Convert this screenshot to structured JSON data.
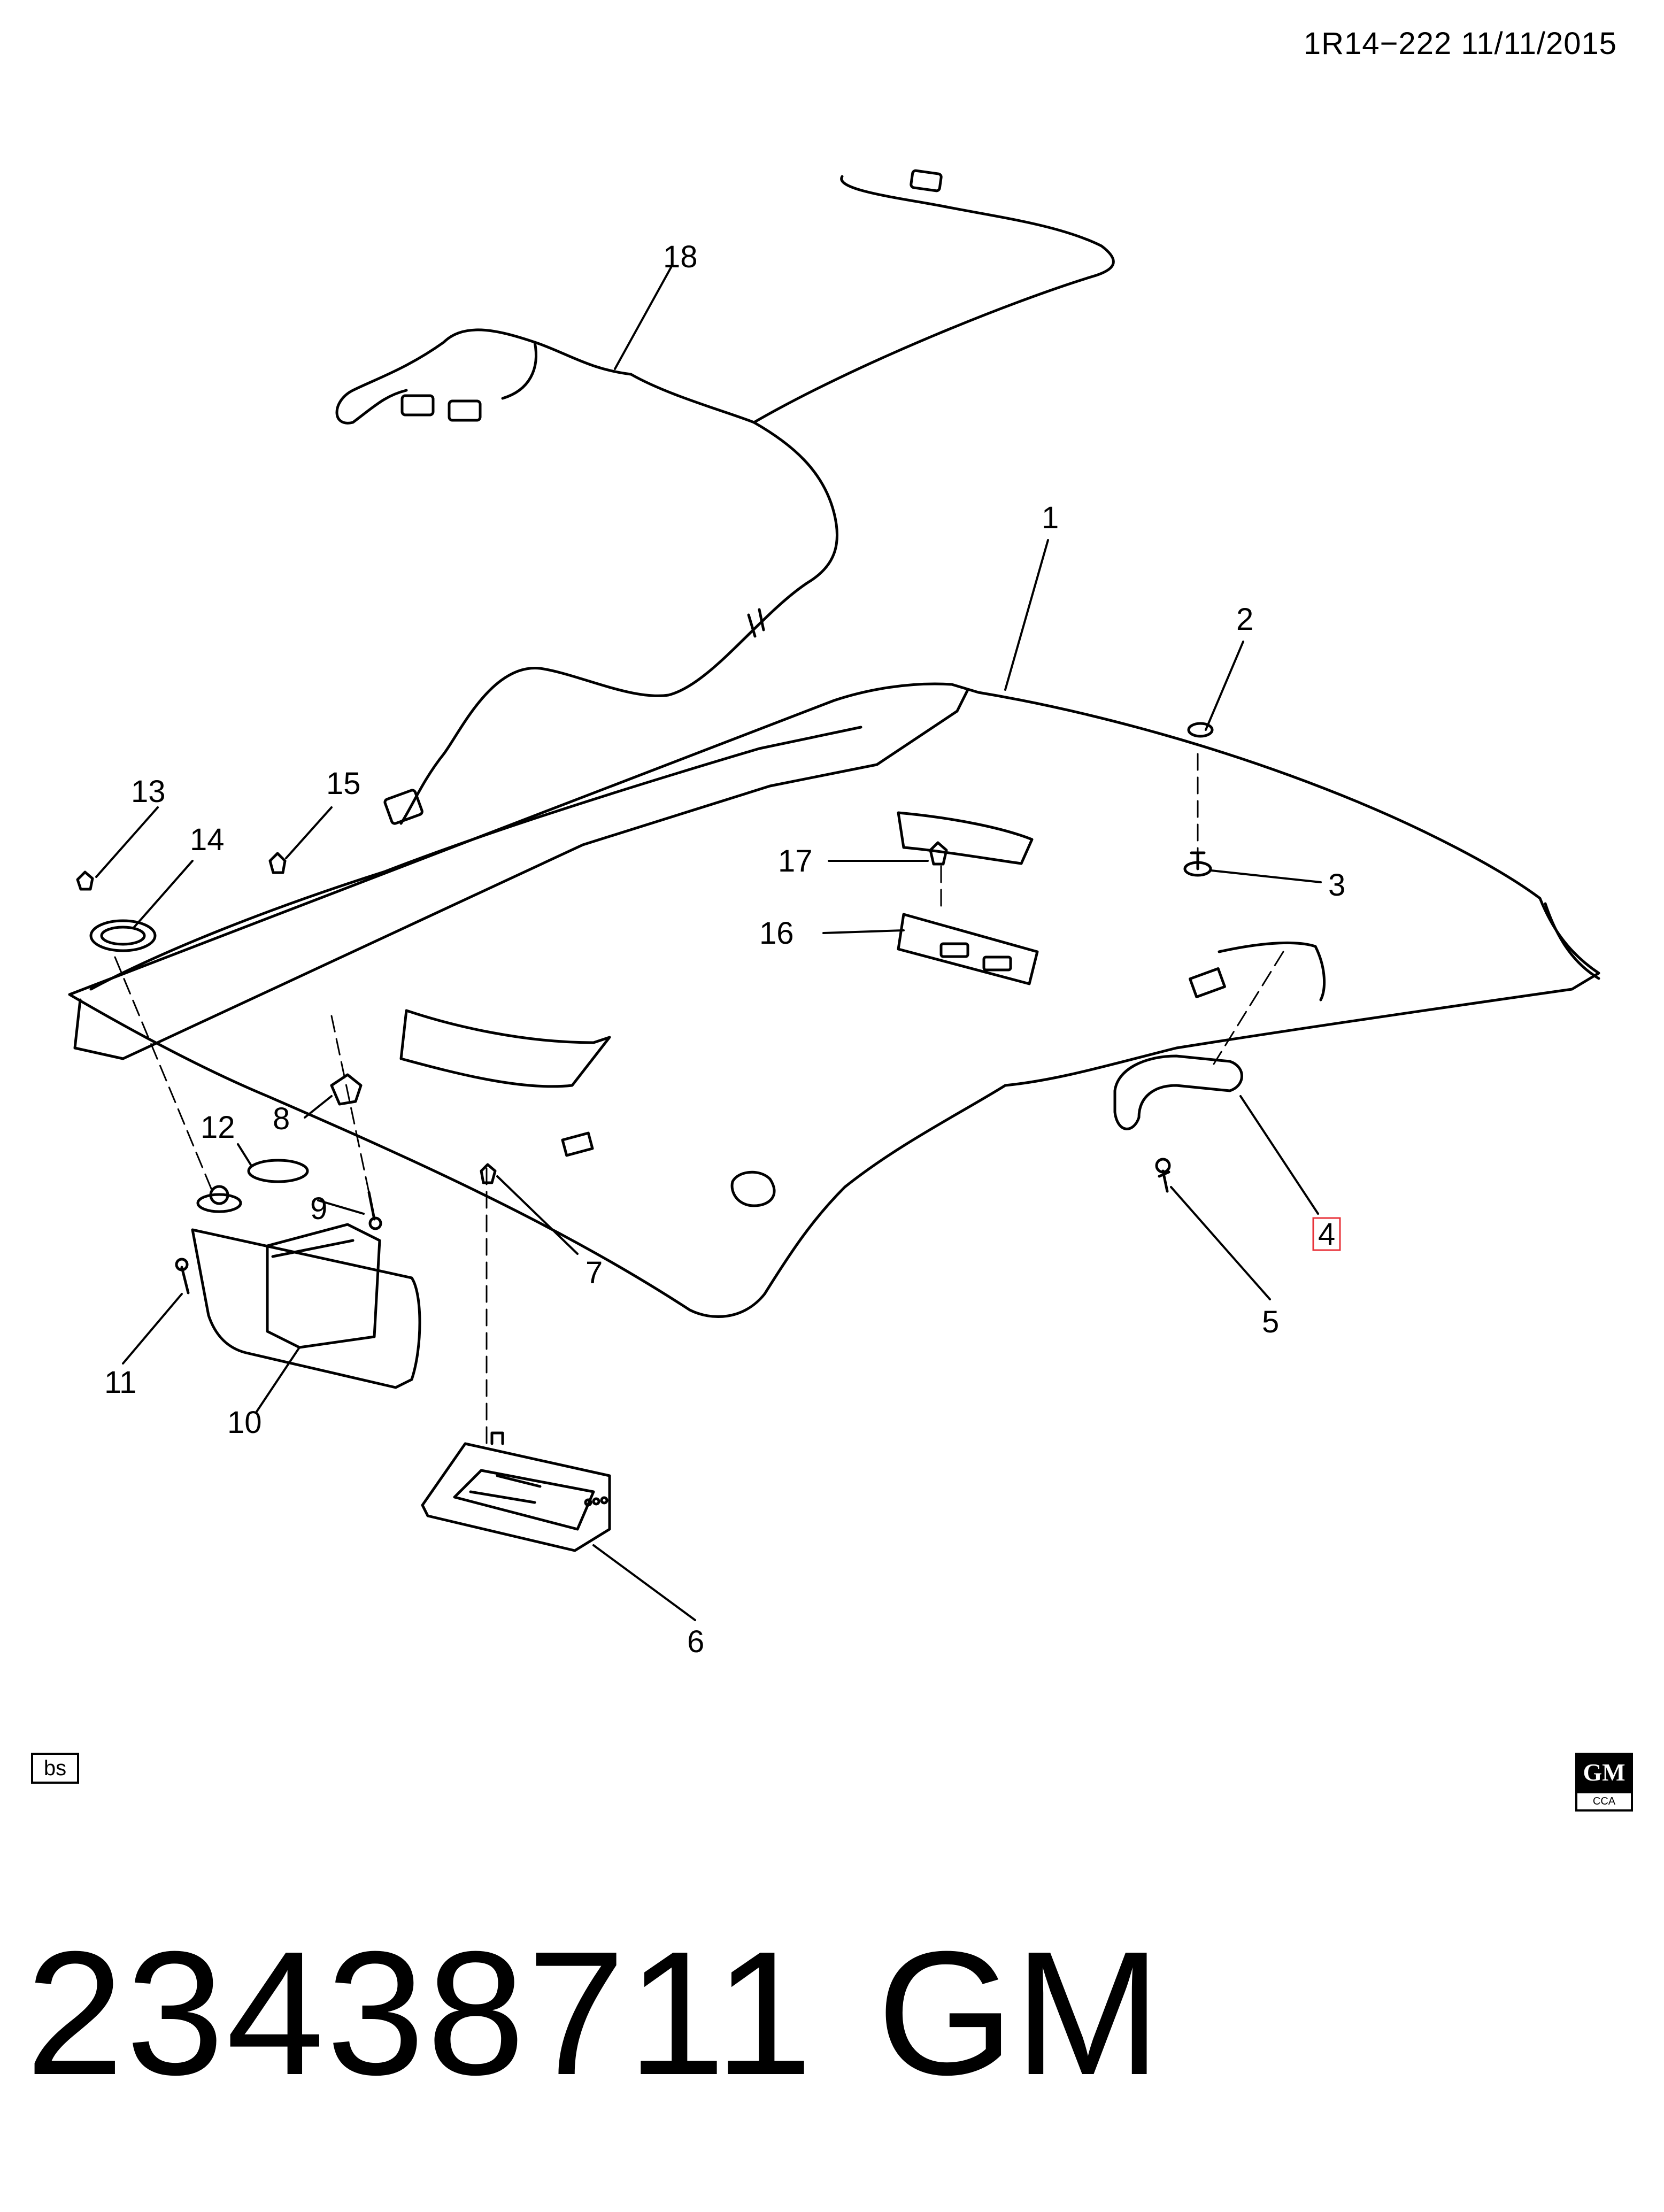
{
  "header": {
    "ref": "1R14−222  11/11/2015"
  },
  "callouts": [
    {
      "id": "c1",
      "label": "1"
    },
    {
      "id": "c2",
      "label": "2"
    },
    {
      "id": "c3",
      "label": "3"
    },
    {
      "id": "c4",
      "label": "4",
      "highlighted": true
    },
    {
      "id": "c5",
      "label": "5"
    },
    {
      "id": "c6",
      "label": "6"
    },
    {
      "id": "c7",
      "label": "7"
    },
    {
      "id": "c8",
      "label": "8"
    },
    {
      "id": "c9",
      "label": "9"
    },
    {
      "id": "c10",
      "label": "10"
    },
    {
      "id": "c11",
      "label": "11"
    },
    {
      "id": "c12",
      "label": "12"
    },
    {
      "id": "c13",
      "label": "13"
    },
    {
      "id": "c14",
      "label": "14"
    },
    {
      "id": "c15",
      "label": "15"
    },
    {
      "id": "c16",
      "label": "16"
    },
    {
      "id": "c17",
      "label": "17"
    },
    {
      "id": "c18",
      "label": "18"
    }
  ],
  "footer": {
    "bs_label": "bs",
    "logo": {
      "top": "GM",
      "bottom": "CCA"
    },
    "part_number": "23438711",
    "brand": "GM"
  },
  "colors": {
    "line": "#000000",
    "highlight": "#e8333a",
    "background": "#ffffff"
  }
}
